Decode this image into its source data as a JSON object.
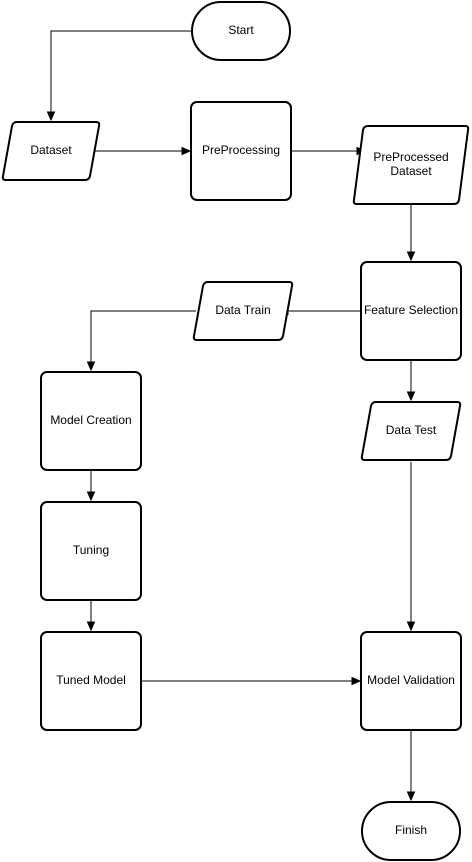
{
  "diagram": {
    "nodes": [
      {
        "id": "start",
        "shape": "terminal",
        "lines": [
          "Start"
        ]
      },
      {
        "id": "dataset",
        "shape": "data",
        "lines": [
          "Dataset"
        ]
      },
      {
        "id": "preprocessing",
        "shape": "process",
        "lines": [
          "PreProcessing"
        ]
      },
      {
        "id": "preprocessed-dataset",
        "shape": "data",
        "lines": [
          "PreProcessed",
          "Dataset"
        ]
      },
      {
        "id": "feature-selection",
        "shape": "process",
        "lines": [
          "Feature Selection"
        ]
      },
      {
        "id": "data-train",
        "shape": "data",
        "lines": [
          "Data Train"
        ]
      },
      {
        "id": "data-test",
        "shape": "data",
        "lines": [
          "Data Test"
        ]
      },
      {
        "id": "model-creation",
        "shape": "process",
        "lines": [
          "Model Creation"
        ]
      },
      {
        "id": "tuning",
        "shape": "process",
        "lines": [
          "Tuning"
        ]
      },
      {
        "id": "tuned-model",
        "shape": "process",
        "lines": [
          "Tuned Model"
        ]
      },
      {
        "id": "model-validation",
        "shape": "process",
        "lines": [
          "Model Validation"
        ]
      },
      {
        "id": "finish",
        "shape": "terminal",
        "lines": [
          "Finish"
        ]
      }
    ],
    "edges": [
      {
        "from": "start",
        "to": "dataset"
      },
      {
        "from": "dataset",
        "to": "preprocessing"
      },
      {
        "from": "preprocessing",
        "to": "preprocessed-dataset"
      },
      {
        "from": "preprocessed-dataset",
        "to": "feature-selection"
      },
      {
        "from": "feature-selection",
        "to": "data-train"
      },
      {
        "from": "feature-selection",
        "to": "data-test"
      },
      {
        "from": "data-train",
        "to": "model-creation"
      },
      {
        "from": "model-creation",
        "to": "tuning"
      },
      {
        "from": "tuning",
        "to": "tuned-model"
      },
      {
        "from": "tuned-model",
        "to": "model-validation"
      },
      {
        "from": "data-test",
        "to": "model-validation"
      },
      {
        "from": "model-validation",
        "to": "finish"
      }
    ]
  }
}
